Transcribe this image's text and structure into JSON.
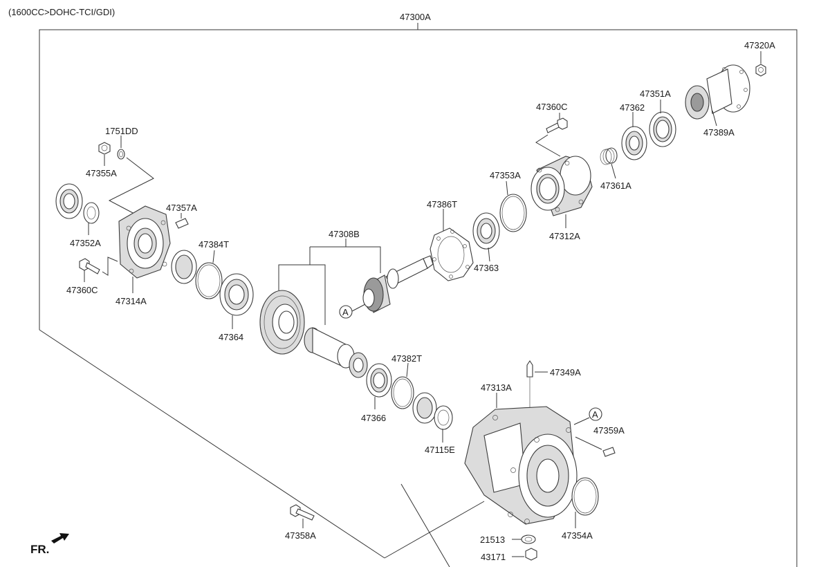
{
  "header": {
    "spec": "(1600CC>DOHC-TCI/GDI)"
  },
  "assembly": {
    "number": "47300A"
  },
  "direction": {
    "label": "FR."
  },
  "callouts": {
    "a_upper": "A",
    "a_lower": "A"
  },
  "labels": {
    "p47320A": "47320A",
    "p47351A": "47351A",
    "p47362": "47362",
    "p47360C_top": "47360C",
    "p47389A": "47389A",
    "p47361A": "47361A",
    "p47353A": "47353A",
    "p47312A": "47312A",
    "p47386T": "47386T",
    "p47363": "47363",
    "p1751DD": "1751DD",
    "p47355A": "47355A",
    "p47357A": "47357A",
    "p47352A": "47352A",
    "p47384T": "47384T",
    "p47308B": "47308B",
    "p47360C_left": "47360C",
    "p47314A": "47314A",
    "p47364": "47364",
    "p47382T": "47382T",
    "p47366": "47366",
    "p47349A": "47349A",
    "p47313A": "47313A",
    "p47359A": "47359A",
    "p47115E": "47115E",
    "p47354A": "47354A",
    "p21513": "21513",
    "p47358A": "47358A",
    "p43171": "43171"
  }
}
